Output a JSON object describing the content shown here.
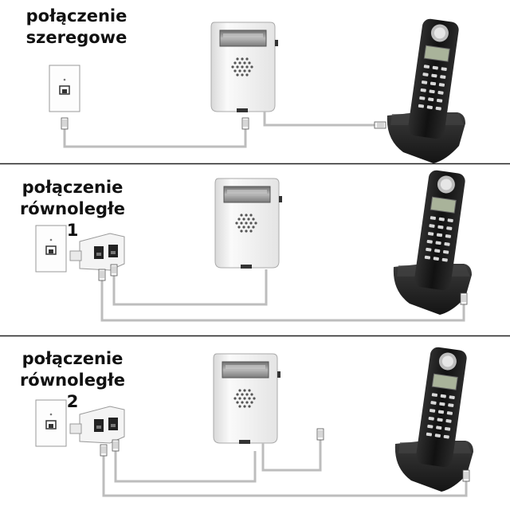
{
  "panels": [
    {
      "id": "serial",
      "title_lines": [
        "połączenie",
        "szeregowe"
      ]
    },
    {
      "id": "parallel1",
      "title_lines": [
        "połączenie",
        "równoległe 1"
      ]
    },
    {
      "id": "parallel2",
      "title_lines": [
        "połączenie",
        "równoległe 2"
      ]
    }
  ],
  "colors": {
    "background": "#ffffff",
    "separator": "#222222",
    "cable": "#bdbdbd",
    "device_body": "#f2f2f2",
    "phone_body": "#1c1c1c",
    "phone_display": "#a9b39a"
  },
  "icons": [
    "wall-socket-icon",
    "rj11-splitter-icon",
    "caller-id-device-icon",
    "cordless-phone-icon",
    "rj11-plug-icon"
  ]
}
